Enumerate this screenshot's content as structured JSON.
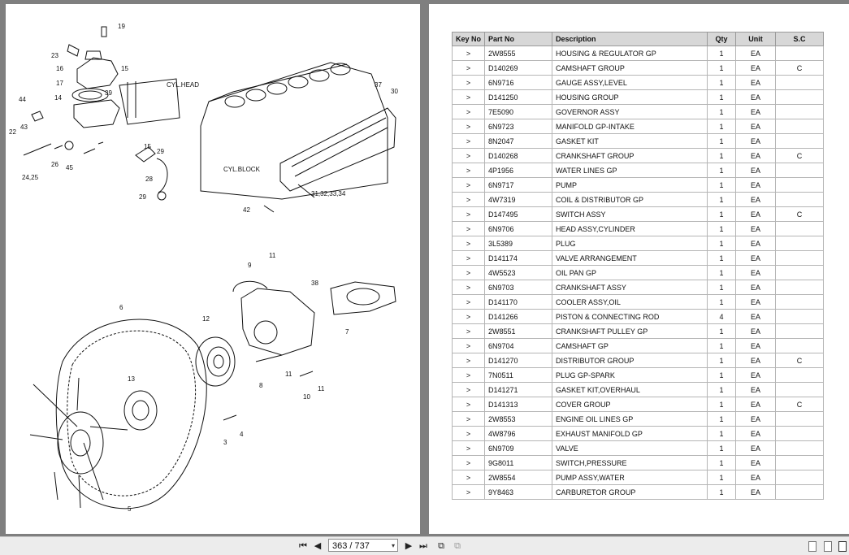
{
  "diagram": {
    "labels": [
      "19",
      "23",
      "16",
      "15",
      "17",
      "39",
      "14",
      "CYL.HEAD",
      "44",
      "43",
      "22",
      "24,25",
      "26",
      "45",
      "15",
      "29",
      "28",
      "29",
      "CYL.BLOCK",
      "37",
      "30",
      "31,32,33,34",
      "42",
      "6",
      "11",
      "9",
      "38",
      "12",
      "7",
      "13",
      "8",
      "11",
      "10",
      "11",
      "3",
      "4",
      "5"
    ]
  },
  "table": {
    "headers": [
      "Key No",
      "Part No",
      "Description",
      "Qty",
      "Unit",
      "S.C"
    ],
    "rows": [
      [
        ">",
        "2W8555",
        "HOUSING & REGULATOR GP",
        "1",
        "EA",
        ""
      ],
      [
        ">",
        "D140269",
        "CAMSHAFT GROUP",
        "1",
        "EA",
        "C"
      ],
      [
        ">",
        "6N9716",
        "GAUGE ASSY,LEVEL",
        "1",
        "EA",
        ""
      ],
      [
        ">",
        "D141250",
        "HOUSING GROUP",
        "1",
        "EA",
        ""
      ],
      [
        ">",
        "7E5090",
        "GOVERNOR ASSY",
        "1",
        "EA",
        ""
      ],
      [
        ">",
        "6N9723",
        "MANIFOLD GP-INTAKE",
        "1",
        "EA",
        ""
      ],
      [
        ">",
        "8N2047",
        "GASKET KIT",
        "1",
        "EA",
        ""
      ],
      [
        ">",
        "D140268",
        "CRANKSHAFT GROUP",
        "1",
        "EA",
        "C"
      ],
      [
        ">",
        "4P1956",
        "WATER LINES GP",
        "1",
        "EA",
        ""
      ],
      [
        ">",
        "6N9717",
        "PUMP",
        "1",
        "EA",
        ""
      ],
      [
        ">",
        "4W7319",
        "COIL & DISTRIBUTOR GP",
        "1",
        "EA",
        ""
      ],
      [
        ">",
        "D147495",
        "SWITCH ASSY",
        "1",
        "EA",
        "C"
      ],
      [
        ">",
        "6N9706",
        "HEAD ASSY,CYLINDER",
        "1",
        "EA",
        ""
      ],
      [
        ">",
        "3L5389",
        "PLUG",
        "1",
        "EA",
        ""
      ],
      [
        ">",
        "D141174",
        "VALVE ARRANGEMENT",
        "1",
        "EA",
        ""
      ],
      [
        ">",
        "4W5523",
        "OIL PAN GP",
        "1",
        "EA",
        ""
      ],
      [
        ">",
        "6N9703",
        "CRANKSHAFT ASSY",
        "1",
        "EA",
        ""
      ],
      [
        ">",
        "D141170",
        "COOLER ASSY,OIL",
        "1",
        "EA",
        ""
      ],
      [
        ">",
        "D141266",
        "PISTON & CONNECTING ROD",
        "4",
        "EA",
        ""
      ],
      [
        ">",
        "2W8551",
        "CRANKSHAFT PULLEY GP",
        "1",
        "EA",
        ""
      ],
      [
        ">",
        "6N9704",
        "CAMSHAFT GP",
        "1",
        "EA",
        ""
      ],
      [
        ">",
        "D141270",
        "DISTRIBUTOR GROUP",
        "1",
        "EA",
        "C"
      ],
      [
        ">",
        "7N0511",
        "PLUG GP-SPARK",
        "1",
        "EA",
        ""
      ],
      [
        ">",
        "D141271",
        "GASKET KIT,OVERHAUL",
        "1",
        "EA",
        ""
      ],
      [
        ">",
        "D141313",
        "COVER GROUP",
        "1",
        "EA",
        "C"
      ],
      [
        ">",
        "2W8553",
        "ENGINE OIL LINES GP",
        "1",
        "EA",
        ""
      ],
      [
        ">",
        "4W8796",
        "EXHAUST MANIFOLD GP",
        "1",
        "EA",
        ""
      ],
      [
        ">",
        "6N9709",
        "VALVE",
        "1",
        "EA",
        ""
      ],
      [
        ">",
        "9G8011",
        "SWITCH,PRESSURE",
        "1",
        "EA",
        ""
      ],
      [
        ">",
        "2W8554",
        "PUMP ASSY,WATER",
        "1",
        "EA",
        ""
      ],
      [
        ">",
        "9Y8463",
        "CARBURETOR GROUP",
        "1",
        "EA",
        ""
      ]
    ]
  },
  "toolbar": {
    "page_indicator": "363 / 737",
    "icons": [
      "first-page-icon",
      "prev-page-icon",
      "next-page-icon",
      "last-page-icon",
      "rotate-icon",
      "rotate-alt-icon",
      "single-page-icon",
      "two-page-icon",
      "facing-page-icon"
    ]
  }
}
